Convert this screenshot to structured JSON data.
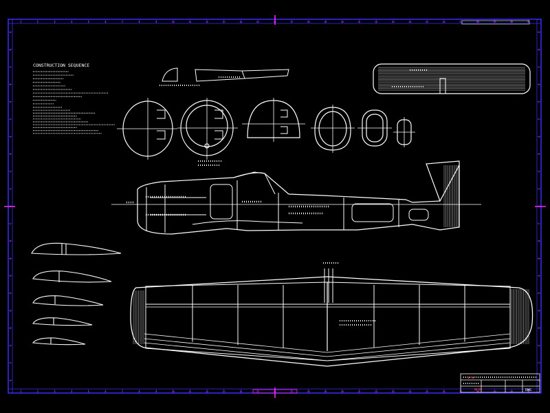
{
  "colors": {
    "background": "#000000",
    "frame": "#3a2cff",
    "frame_marks": "#ff2bff",
    "lines": "#ffffff",
    "accent": "#ff3a3a"
  },
  "sheet": {
    "top_ruler_numbers": [
      "1",
      "2",
      "3",
      "4",
      "5",
      "6",
      "7",
      "8",
      "9",
      "10",
      "11",
      "12",
      "13",
      "14",
      "15",
      "16",
      "17",
      "18",
      "19",
      "20",
      "21",
      "22",
      "23",
      "24",
      "25",
      "26",
      "27",
      "28",
      "29",
      "30",
      "31"
    ],
    "left_ruler_letters": [
      "A",
      "B",
      "C",
      "D",
      "E",
      "F",
      "G",
      "H",
      "I",
      "J",
      "K",
      "L",
      "M",
      "N",
      "O",
      "P",
      "Q",
      "R",
      "S",
      "T",
      "U"
    ]
  },
  "notes": {
    "construction_heading": "CONSTRUCTION SEQUENCE"
  },
  "title_block": {
    "drawing_number": "DWG"
  }
}
